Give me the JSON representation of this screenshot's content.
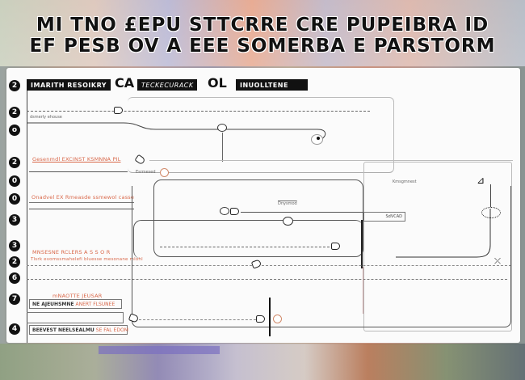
{
  "banner": {
    "line1": "MI TNO  £EPU STTCRRE  CRE PUPEIBRA  ID",
    "line2": "EF PESB OV A EEE SOMERBA E PARSTORM"
  },
  "diagram": {
    "row_numbers": [
      "2",
      "2",
      "o",
      "2",
      "0",
      "0",
      "3",
      "3",
      "2",
      "6",
      "7",
      "4"
    ],
    "header_tags": [
      {
        "label": "IMARITH RESOIKRY"
      },
      {
        "label": "TECKECURACK"
      },
      {
        "label": "INUOLLTENE"
      }
    ],
    "connectors": [
      "CA",
      "OL"
    ],
    "labels": {
      "row2_small": "dsmerly ehouse",
      "row4_red": "Gesenmdl EXCINST KSMNNA PIL",
      "row4_note": "Esrmesed",
      "row6_red": "Onadvel EX Rmeasde ssmewol casse",
      "row8_red1": "MNSESNE RCLERS A S S O R",
      "row8_red2": "Tlsrk evomssmahelefi bluesse mesonane mlohl",
      "row10_red": "mNAOTTE JEUSAR",
      "row10_box": "NE AJEUHSMNE",
      "row10_box_red": "ANERT FLSUNEE",
      "row11_box": "BEEVEST NEELSEALMU",
      "row11_box_red": "SE FAL EDOM",
      "center_label": "Dnysmod",
      "right_label": "Kmsgmnest",
      "status_box": "SdVCAD"
    }
  }
}
